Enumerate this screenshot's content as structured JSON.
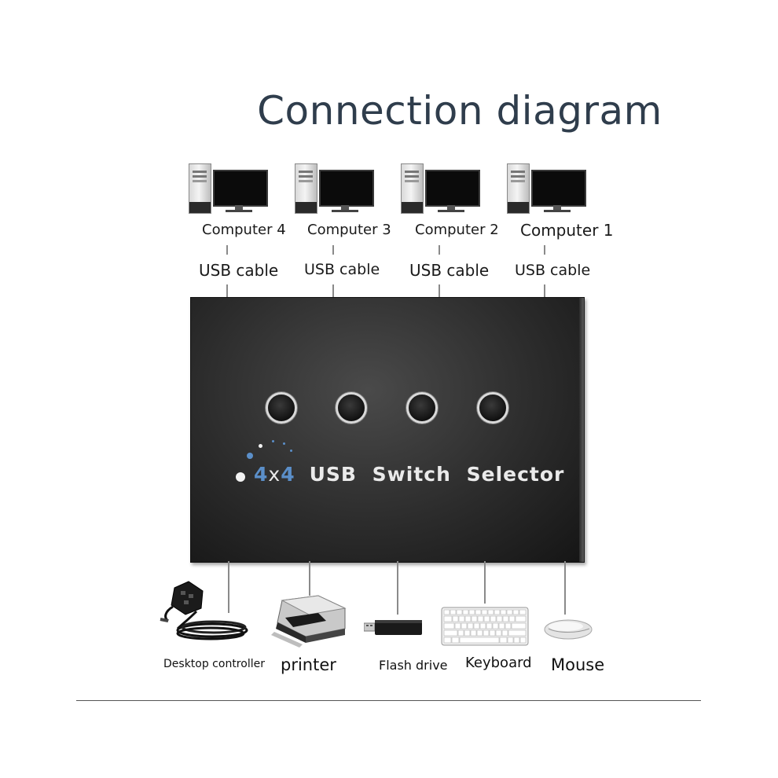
{
  "title": "Connection diagram",
  "computers": [
    {
      "label": "Computer 4",
      "cable": "USB cable"
    },
    {
      "label": "Computer 3",
      "cable": "USB cable"
    },
    {
      "label": "Computer 2",
      "cable": "USB cable"
    },
    {
      "label": "Computer 1",
      "cable": "USB cable"
    }
  ],
  "device": {
    "brand_number_a": "4",
    "brand_x": "x",
    "brand_number_b": "4",
    "brand_text": "USB Switch Selector"
  },
  "peripherals": [
    {
      "label": "Desktop controller"
    },
    {
      "label": "printer"
    },
    {
      "label": "Flash drive"
    },
    {
      "label": "Keyboard"
    },
    {
      "label": "Mouse"
    }
  ],
  "colors": {
    "title": "#2f3d4c",
    "device_body": "#2c2c2c",
    "brand_accent": "#5b8fc9"
  }
}
